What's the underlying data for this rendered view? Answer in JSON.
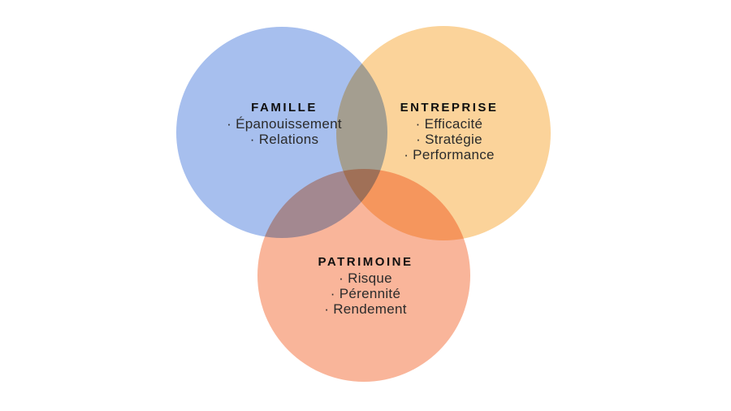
{
  "diagram": {
    "type": "venn",
    "background_color": "#ffffff",
    "circles": [
      {
        "id": "famille",
        "title": "FAMILLE",
        "items": [
          "· Épanouissement",
          "· Relations"
        ],
        "color": "#a7bfee"
      },
      {
        "id": "entreprise",
        "title": "ENTREPRISE",
        "items": [
          "· Efficacité",
          "· Stratégie",
          "· Performance"
        ],
        "color": "#fbd39a"
      },
      {
        "id": "patrimoine",
        "title": "PATRIMOINE",
        "items": [
          "· Risque",
          "· Pérennité",
          "· Rendement"
        ],
        "color": "#f9b59a"
      }
    ],
    "title_color": "#0f0f0f",
    "item_color": "#2b2b2b"
  }
}
